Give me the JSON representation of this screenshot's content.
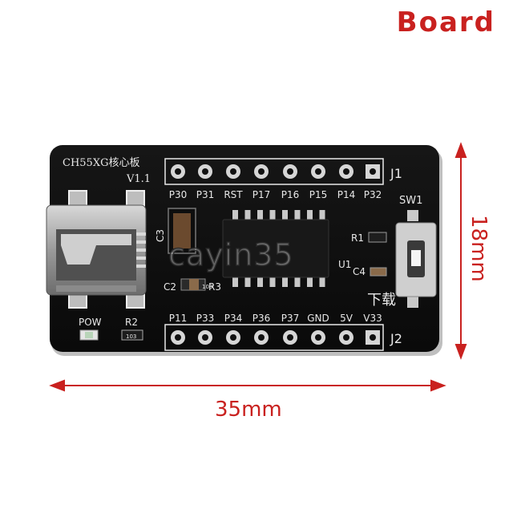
{
  "title": "Board",
  "board": {
    "name": "CH55XG核心板",
    "version": "V1.1",
    "header_top": {
      "label": "J1",
      "pins": [
        "P30",
        "P31",
        "RST",
        "P17",
        "P16",
        "P15",
        "P14",
        "P32"
      ]
    },
    "header_bottom": {
      "label": "J2",
      "pins": [
        "P11",
        "P33",
        "P34",
        "P36",
        "P37",
        "GND",
        "5V",
        "V33"
      ]
    },
    "components": {
      "c3": "C3",
      "c2": "C2",
      "r3": "R3",
      "r1": "R1",
      "c4": "C4",
      "u1": "U1",
      "sw1": "SW1",
      "download": "下载",
      "pow": "POW",
      "r2": "R2",
      "r2_code": "103",
      "c2_code": "103"
    },
    "watermark": "cayin35"
  },
  "dimensions": {
    "width": "35mm",
    "height": "18mm"
  },
  "colors": {
    "accent": "#c9211f",
    "pcb": "#0c0c0c",
    "silk": "#e8e8e8"
  }
}
